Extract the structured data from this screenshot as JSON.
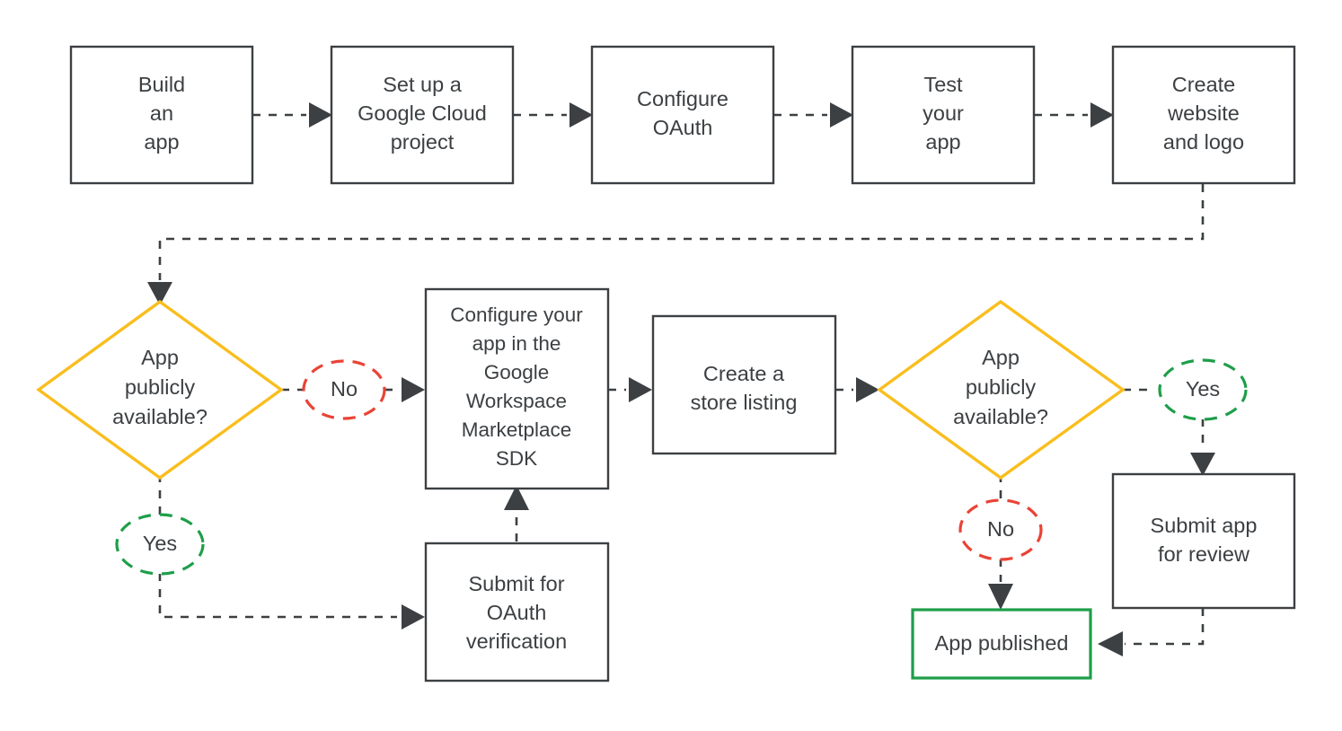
{
  "diagram": {
    "title": "Google Workspace Marketplace app publishing flow",
    "colors": {
      "node_stroke": "#3C4043",
      "text": "#3C4043",
      "decision_stroke": "#F9BE1E",
      "yes_stroke": "#1E9E4A",
      "no_stroke": "#EA4335",
      "published_stroke": "#1E9E4A",
      "background": "#FFFFFF"
    },
    "nodes": [
      {
        "id": "build-an-app",
        "type": "process",
        "lines": [
          "Build",
          "an",
          "app"
        ]
      },
      {
        "id": "google-cloud-project",
        "type": "process",
        "lines": [
          "Set up a",
          "Google Cloud",
          "project"
        ]
      },
      {
        "id": "configure-oauth",
        "type": "process",
        "lines": [
          "Configure",
          "OAuth"
        ]
      },
      {
        "id": "test-your-app",
        "type": "process",
        "lines": [
          "Test",
          "your",
          "app"
        ]
      },
      {
        "id": "create-website-logo",
        "type": "process",
        "lines": [
          "Create",
          "website",
          "and logo"
        ]
      },
      {
        "id": "decision-public-1",
        "type": "decision",
        "lines": [
          "App",
          "publicly",
          "available?"
        ]
      },
      {
        "id": "configure-sdk",
        "type": "process",
        "lines": [
          "Configure your",
          "app in the",
          "Google",
          "Workspace",
          "Marketplace",
          "SDK"
        ]
      },
      {
        "id": "create-store-listing",
        "type": "process",
        "lines": [
          "Create a",
          "store listing"
        ]
      },
      {
        "id": "decision-public-2",
        "type": "decision",
        "lines": [
          "App",
          "publicly",
          "available?"
        ]
      },
      {
        "id": "submit-oauth",
        "type": "process",
        "lines": [
          "Submit for",
          "OAuth",
          "verification"
        ]
      },
      {
        "id": "submit-review",
        "type": "process",
        "lines": [
          "Submit app",
          "for review"
        ]
      },
      {
        "id": "app-published",
        "type": "terminal",
        "lines": [
          "App published"
        ]
      }
    ],
    "branch_labels": [
      {
        "id": "no-1",
        "text": "No",
        "kind": "no"
      },
      {
        "id": "yes-1",
        "text": "Yes",
        "kind": "yes"
      },
      {
        "id": "yes-2",
        "text": "Yes",
        "kind": "yes"
      },
      {
        "id": "no-2",
        "text": "No",
        "kind": "no"
      }
    ],
    "edges": [
      {
        "from": "build-an-app",
        "to": "google-cloud-project",
        "label": ""
      },
      {
        "from": "google-cloud-project",
        "to": "configure-oauth",
        "label": ""
      },
      {
        "from": "configure-oauth",
        "to": "test-your-app",
        "label": ""
      },
      {
        "from": "test-your-app",
        "to": "create-website-logo",
        "label": ""
      },
      {
        "from": "create-website-logo",
        "to": "decision-public-1",
        "label": ""
      },
      {
        "from": "decision-public-1",
        "to": "configure-sdk",
        "label": "No"
      },
      {
        "from": "decision-public-1",
        "to": "submit-oauth",
        "label": "Yes"
      },
      {
        "from": "submit-oauth",
        "to": "configure-sdk",
        "label": ""
      },
      {
        "from": "configure-sdk",
        "to": "create-store-listing",
        "label": ""
      },
      {
        "from": "create-store-listing",
        "to": "decision-public-2",
        "label": ""
      },
      {
        "from": "decision-public-2",
        "to": "submit-review",
        "label": "Yes"
      },
      {
        "from": "decision-public-2",
        "to": "app-published",
        "label": "No"
      },
      {
        "from": "submit-review",
        "to": "app-published",
        "label": ""
      }
    ]
  },
  "labels": {
    "build_an_app_1": "Build",
    "build_an_app_2": "an",
    "build_an_app_3": "app",
    "gcp_1": "Set up a",
    "gcp_2": "Google Cloud",
    "gcp_3": "project",
    "oauth_1": "Configure",
    "oauth_2": "OAuth",
    "test_1": "Test",
    "test_2": "your",
    "test_3": "app",
    "website_1": "Create",
    "website_2": "website",
    "website_3": "and logo",
    "dec1_1": "App",
    "dec1_2": "publicly",
    "dec1_3": "available?",
    "sdk_1": "Configure your",
    "sdk_2": "app in the",
    "sdk_3": "Google",
    "sdk_4": "Workspace",
    "sdk_5": "Marketplace",
    "sdk_6": "SDK",
    "listing_1": "Create a",
    "listing_2": "store listing",
    "dec2_1": "App",
    "dec2_2": "publicly",
    "dec2_3": "available?",
    "submit_oauth_1": "Submit for",
    "submit_oauth_2": "OAuth",
    "submit_oauth_3": "verification",
    "submit_review_1": "Submit app",
    "submit_review_2": "for review",
    "published_1": "App published",
    "no_1": "No",
    "yes_1": "Yes",
    "yes_2": "Yes",
    "no_2": "No"
  }
}
